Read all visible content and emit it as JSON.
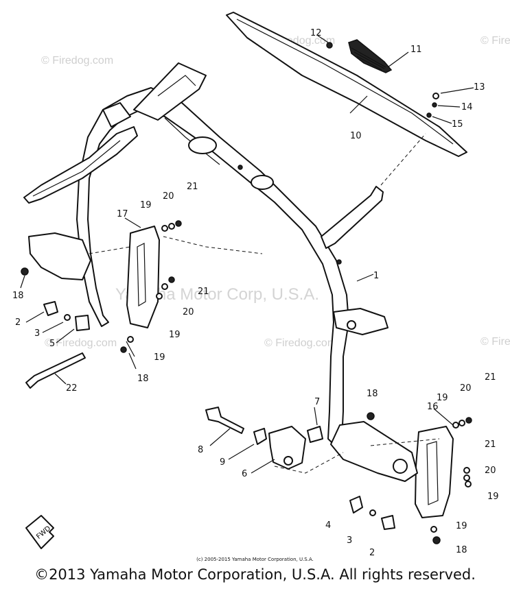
{
  "watermarks": {
    "firedog": "© Firedog.com",
    "yamaha": "Yamaha Motor Corp, U.S.A."
  },
  "callouts": {
    "c1": "1",
    "c2a": "2",
    "c2b": "2",
    "c3a": "3",
    "c3b": "3",
    "c4": "4",
    "c5": "5",
    "c6": "6",
    "c7": "7",
    "c8": "8",
    "c9": "9",
    "c10": "10",
    "c11": "11",
    "c12": "12",
    "c13": "13",
    "c14": "14",
    "c15": "15",
    "c16": "16",
    "c17": "17",
    "c18a": "18",
    "c18b": "18",
    "c18c": "18",
    "c18d": "18",
    "c19a": "19",
    "c19b": "19",
    "c19c": "19",
    "c19d": "19",
    "c19e": "19",
    "c19f": "19",
    "c20a": "20",
    "c20b": "20",
    "c20c": "20",
    "c20d": "20",
    "c21a": "21",
    "c21b": "21",
    "c21c": "21",
    "c21d": "21",
    "c22": "22"
  },
  "fwd_label": "FWD",
  "footer": {
    "small": "(c) 2005-2015 Yamaha Motor Corporation, U.S.A.",
    "large": "©2013 Yamaha Motor Corporation, U.S.A. All rights reserved."
  }
}
